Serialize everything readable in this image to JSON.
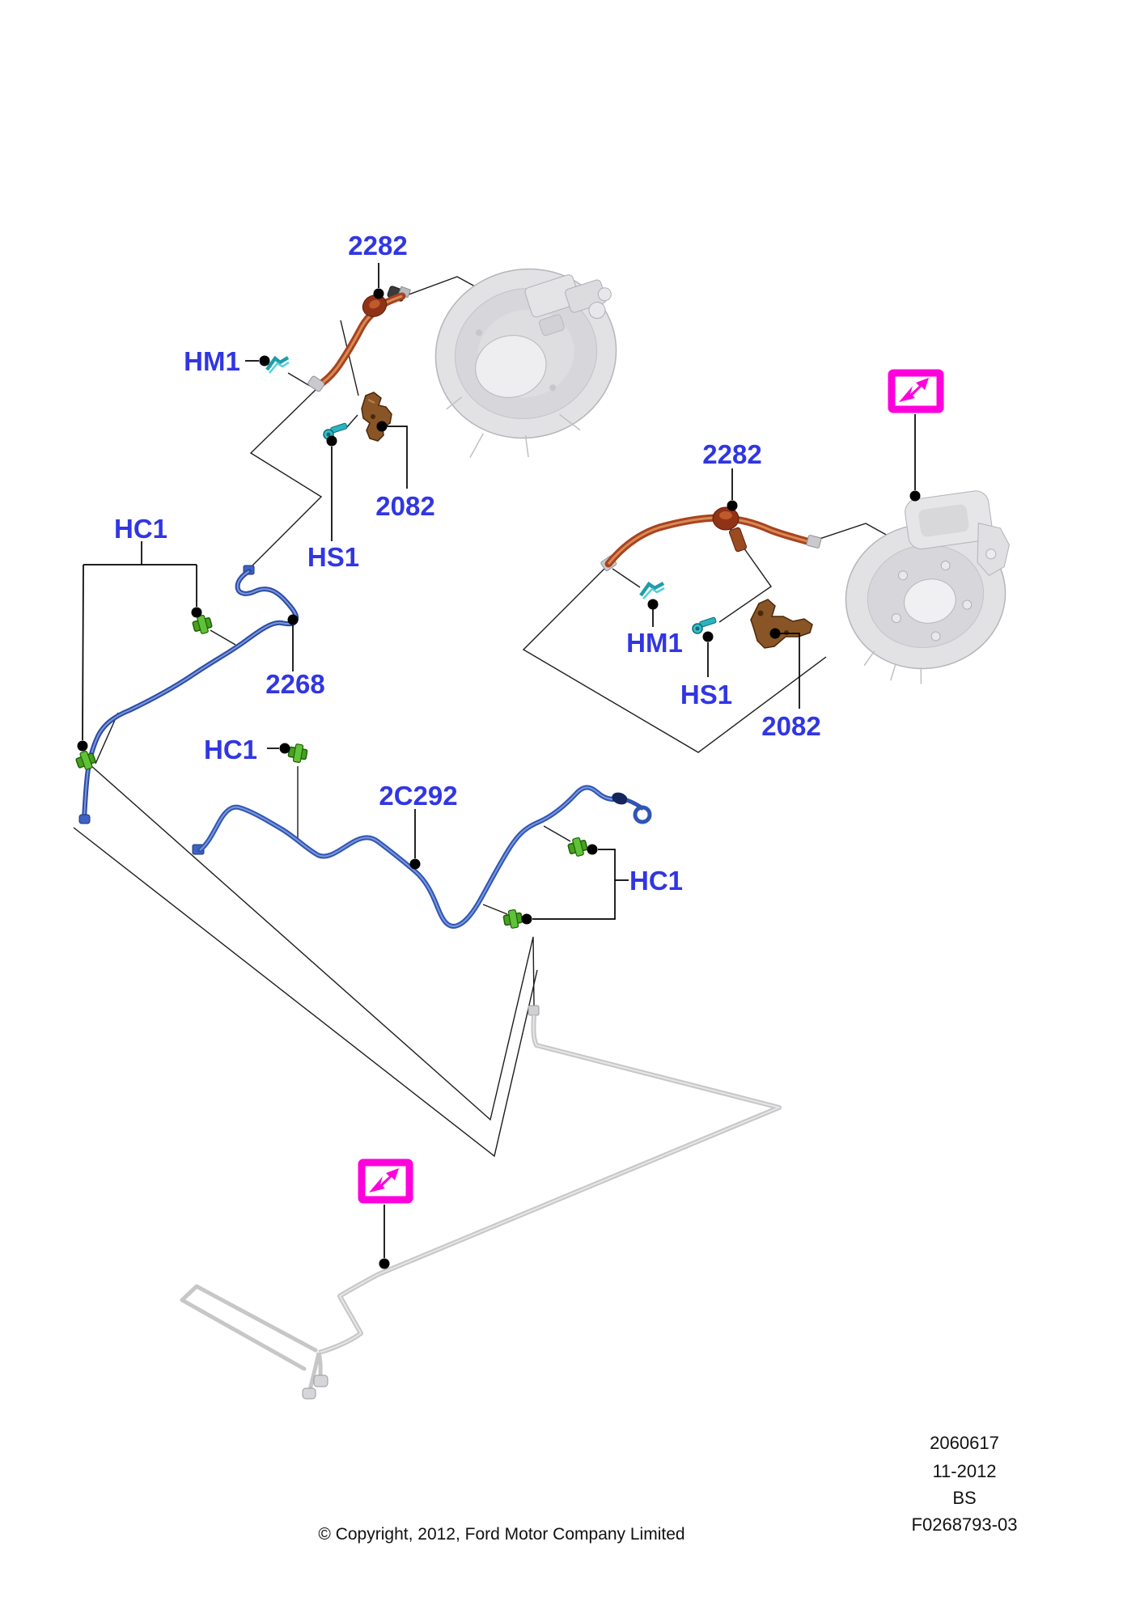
{
  "figure": {
    "description": "Ford brake pipes and hoses parts diagram",
    "label_color": "#3136e3",
    "callout_color": "#ff00dd",
    "pipe_colors": {
      "front_hose": "#a8431f",
      "front_pipe": "#2f55b5",
      "rear_pipe": "#c7c7c9"
    }
  },
  "labels": [
    {
      "id": "hose-front-left",
      "text": "2282"
    },
    {
      "id": "clip-hm1-left",
      "text": "HM1"
    },
    {
      "id": "bracket-left",
      "text": "2082"
    },
    {
      "id": "screw-hs1-left",
      "text": "HS1"
    },
    {
      "id": "clips-hc1-left",
      "text": "HC1"
    },
    {
      "id": "pipe-front-left",
      "text": "2268"
    },
    {
      "id": "clip-hc1-mid",
      "text": "HC1"
    },
    {
      "id": "pipe-middle",
      "text": "2C292"
    },
    {
      "id": "clips-hc1-right",
      "text": "HC1"
    },
    {
      "id": "hose-front-right",
      "text": "2282"
    },
    {
      "id": "clip-hm1-right",
      "text": "HM1"
    },
    {
      "id": "screw-hs1-right",
      "text": "HS1"
    },
    {
      "id": "bracket-right",
      "text": "2082"
    }
  ],
  "footer": {
    "doc_number": "2060617",
    "date": "11-2012",
    "code": "BS",
    "figure_number": "F0268793-03",
    "copyright": "© Copyright, 2012, Ford Motor Company Limited"
  }
}
